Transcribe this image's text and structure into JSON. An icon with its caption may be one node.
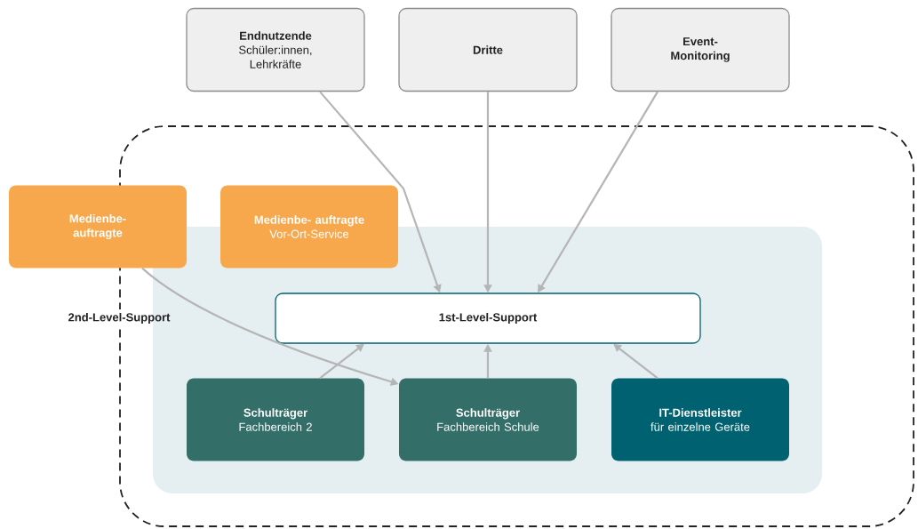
{
  "diagram": {
    "nodes": [
      {
        "text": [
          "2nd-Level-Support"
        ]
      },
      {
        "text": [
          "Endnutzende",
          "Schüler:innen, Lehrkräfte"
        ]
      },
      {
        "text": [
          "Dritte"
        ]
      },
      {
        "text": [
          "Event- Monitoring"
        ]
      },
      {
        "text": [
          "Medienbe- auftragte"
        ]
      },
      {
        "text": [],
        "shape": "box",
        "in": 0
      },
      {
        "text": [
          "Medienbe- auftragte",
          "Vor-Ort-Service"
        ],
        "in": 0
      },
      {
        "text": [
          "1st-Level-Support"
        ],
        "in": 5
      },
      {
        "text": [
          "Schulträger",
          "Fachbereich 2"
        ],
        "in": 5
      },
      {
        "text": [
          "Schulträger",
          "Fachbereich Schule"
        ],
        "in": 5
      },
      {
        "text": [
          "IT-Dienstleister",
          "für einzelne Geräte"
        ],
        "in": 5
      }
    ],
    "edges": [
      {
        "from": 1,
        "to": 7,
        "arrow": "to"
      },
      {
        "from": 2,
        "to": 7,
        "arrow": "to"
      },
      {
        "from": 3,
        "to": 7,
        "arrow": "to"
      },
      {
        "from": 4,
        "to": 9,
        "arrow": "to"
      },
      {
        "from": 8,
        "to": 7,
        "arrow": "to"
      },
      {
        "from": 9,
        "to": 7,
        "arrow": "to"
      },
      {
        "from": 10,
        "to": 7,
        "arrow": "to"
      }
    ]
  }
}
